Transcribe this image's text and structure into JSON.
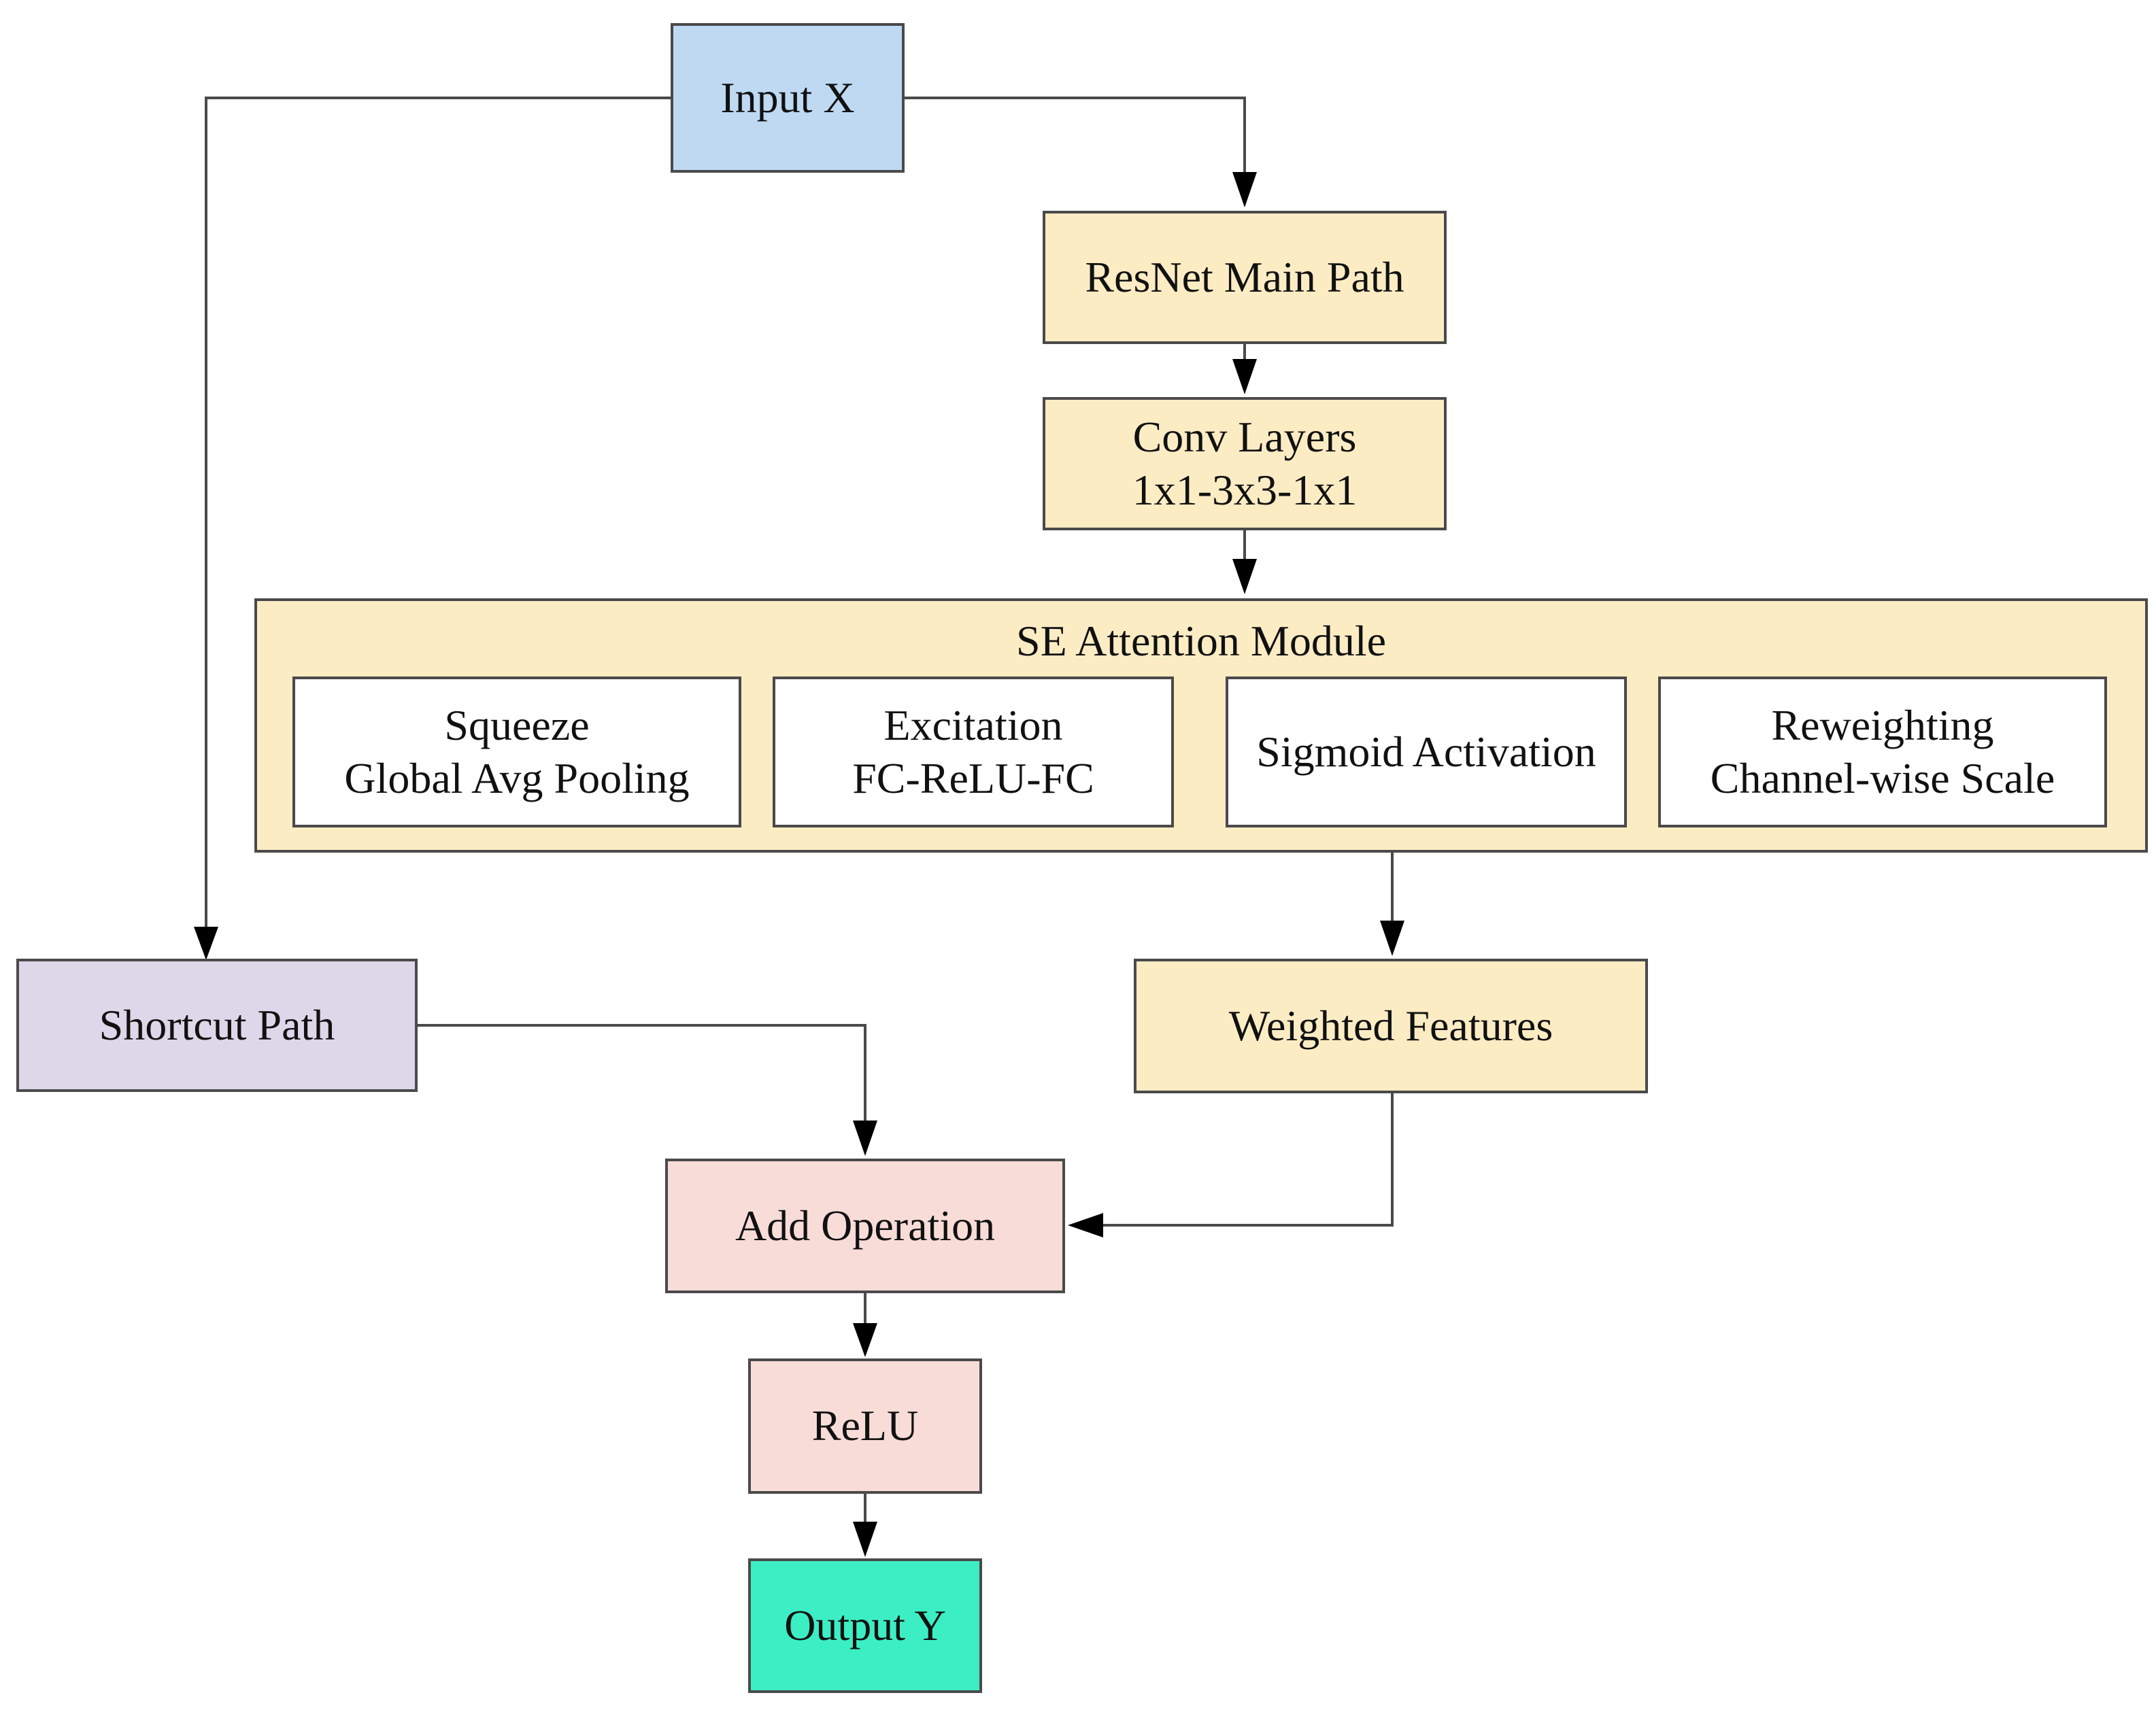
{
  "nodes": {
    "input": "Input X",
    "resnet_main": "ResNet Main Path",
    "conv_line1": "Conv Layers",
    "conv_line2": "1x1-3x3-1x1",
    "se_title": "SE Attention Module",
    "squeeze_line1": "Squeeze",
    "squeeze_line2": "Global Avg Pooling",
    "excitation_line1": "Excitation",
    "excitation_line2": "FC-ReLU-FC",
    "sigmoid": "Sigmoid Activation",
    "reweight_line1": "Reweighting",
    "reweight_line2": "Channel-wise Scale",
    "shortcut": "Shortcut Path",
    "weighted": "Weighted Features",
    "add": "Add Operation",
    "relu": "ReLU",
    "output": "Output Y"
  },
  "colors": {
    "input": "#bfd9f3",
    "main_path": "#fcecc4",
    "shortcut": "#ddd7e9",
    "merge": "#f8dcd8",
    "output": "#3ceec3",
    "submodule": "#ffffff",
    "edge": "#4a4a4a",
    "arrowhead": "#000000"
  },
  "edges": [
    {
      "from": "Input X",
      "to": "ResNet Main Path"
    },
    {
      "from": "Input X",
      "to": "Shortcut Path"
    },
    {
      "from": "ResNet Main Path",
      "to": "Conv Layers"
    },
    {
      "from": "Conv Layers",
      "to": "SE Attention Module"
    },
    {
      "from": "SE Attention Module",
      "to": "Weighted Features"
    },
    {
      "from": "Shortcut Path",
      "to": "Add Operation"
    },
    {
      "from": "Weighted Features",
      "to": "Add Operation"
    },
    {
      "from": "Add Operation",
      "to": "ReLU"
    },
    {
      "from": "ReLU",
      "to": "Output Y"
    }
  ]
}
